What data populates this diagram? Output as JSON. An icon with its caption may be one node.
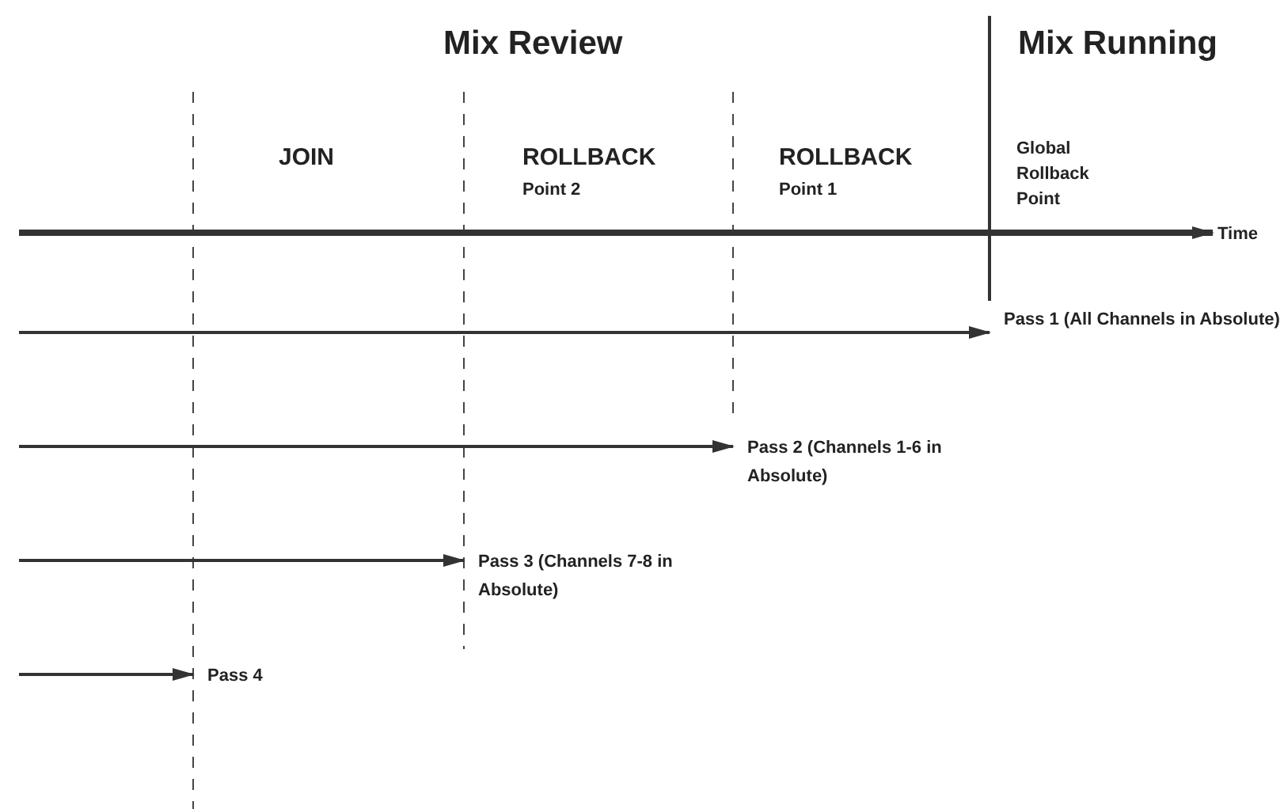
{
  "diagram": {
    "nodes": [
      {
        "text": [
          "Pass 1 (All Channels in Absolute)"
        ]
      },
      {
        "text": [
          "Pass 2 (Channels 1-6 in Absolute)"
        ]
      },
      {
        "text": [
          "Pass 3 (Channels 7-8 in Absolute)"
        ]
      },
      {
        "text": [
          "Pass 4"
        ]
      }
    ],
    "edges": [
      {
        "from": null,
        "to": 0,
        "arrow": "to"
      },
      {
        "from": null,
        "to": 1,
        "arrow": "to"
      },
      {
        "from": null,
        "to": 2,
        "arrow": "to"
      },
      {
        "from": null,
        "to": 3,
        "arrow": "to"
      }
    ],
    "labels": [
      "Mix Review",
      "Mix Running",
      "JOIN",
      "ROLLBACK",
      "Point 2",
      "ROLLBACK",
      "Point 1",
      "Global Rollback Point",
      "Time"
    ]
  }
}
